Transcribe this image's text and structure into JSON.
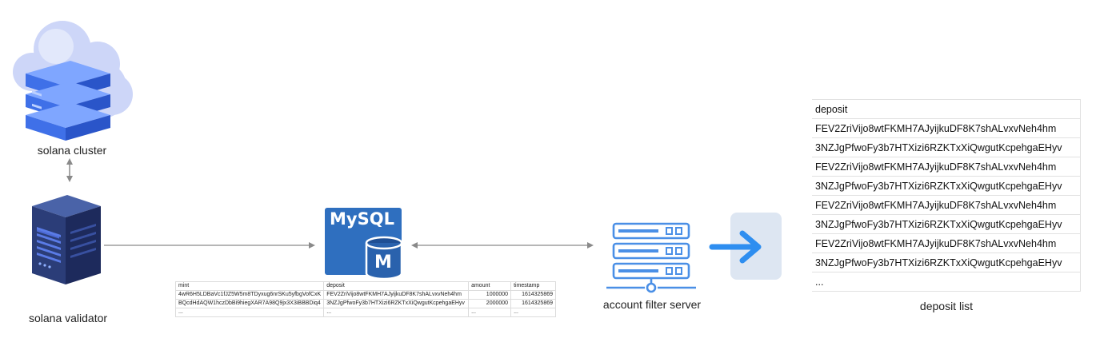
{
  "nodes": {
    "cluster": {
      "label": "solana cluster",
      "icon": "cloud-server-icon"
    },
    "validator": {
      "label": "solana validator",
      "icon": "server-rack-icon"
    },
    "mysql": {
      "label": "MySQL",
      "badge": "M",
      "icon": "mysql-database-icon"
    },
    "filter_server": {
      "label": "account filter server",
      "icon": "server-icon"
    },
    "deposit_list": {
      "label": "deposit list",
      "icon": "arrow-right-icon"
    }
  },
  "mysql_table": {
    "headers": [
      "mint",
      "deposit",
      "amount",
      "timestamp"
    ],
    "rows": [
      [
        "4wR6H5LDBaVc1fJZ5W5m8TDyxug6nrSKu5yfbgVofCxK",
        "FEV2ZriVijo8wtFKMH7AJyijkuDF8K7shALvxvNeh4hm",
        "1000000",
        "1614325869"
      ],
      [
        "BQcdHdAQW1hczDbBi9hiegXAR7A98Q9jx3X3iBBBDiq4",
        "3NZJgPfwoFy3b7HTXizi6RZKTxXiQwgutKcpehgaEHyv",
        "2000000",
        "1614325869"
      ],
      [
        "...",
        "...",
        "...",
        "..."
      ]
    ]
  },
  "deposit_table": {
    "header": "deposit",
    "rows": [
      "FEV2ZriVijo8wtFKMH7AJyijkuDF8K7shALvxvNeh4hm",
      "3NZJgPfwoFy3b7HTXizi6RZKTxXiQwgutKcpehgaEHyv",
      "FEV2ZriVijo8wtFKMH7AJyijkuDF8K7shALvxvNeh4hm",
      "3NZJgPfwoFy3b7HTXizi6RZKTxXiQwgutKcpehgaEHyv",
      "FEV2ZriVijo8wtFKMH7AJyijkuDF8K7shALvxvNeh4hm",
      "3NZJgPfwoFy3b7HTXizi6RZKTxXiQwgutKcpehgaEHyv",
      "FEV2ZriVijo8wtFKMH7AJyijkuDF8K7shALvxvNeh4hm",
      "3NZJgPfwoFy3b7HTXizi6RZKTxXiQwgutKcpehgaEHyv",
      "..."
    ]
  },
  "colors": {
    "server_blue": "#3f7ff0",
    "cloud": "#c9d3f7",
    "mysql_blue": "#2f6fbf",
    "filter_blue": "#4a8fe6",
    "arrow_blue": "#2e8ef0",
    "arrow_box": "#dde6f2",
    "connector": "#8a8a8a"
  }
}
